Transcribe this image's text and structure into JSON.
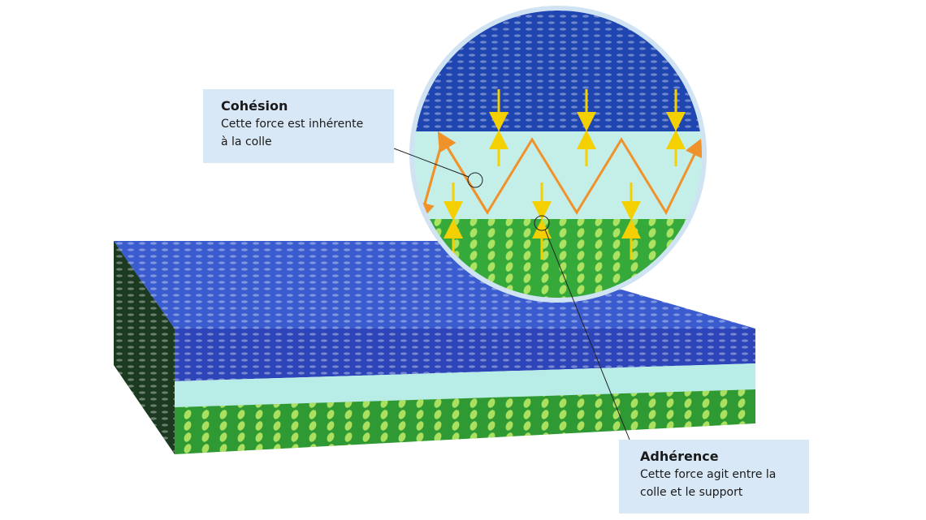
{
  "cohesion": {
    "title": "Cohésion",
    "description_line1": "Cette force est inhérente",
    "description_line2": "à la colle"
  },
  "adherence": {
    "title": "Adhérence",
    "description_line1": "Cette force agit entre la",
    "description_line2": "colle et le support"
  },
  "colors": {
    "substrate_top": "#2d45b8",
    "adhesive": "#b8ece6",
    "substrate_bottom": "#3aa63a",
    "cohesion_arrow": "#f0922a",
    "adhesion_arrow": "#f5d000",
    "callout_bg": "#d8e8f6"
  }
}
